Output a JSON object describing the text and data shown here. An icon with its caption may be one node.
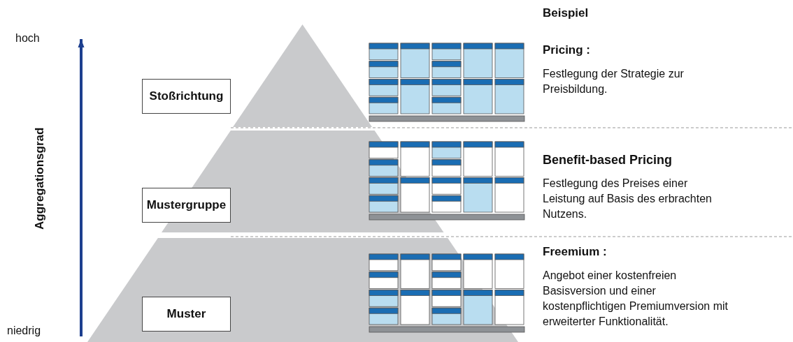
{
  "diagram": {
    "nodes": [
      {
        "text": [],
        "shape": "triangle"
      },
      {
        "text": [
          "Stoßrichtung"
        ]
      },
      {
        "text": [],
        "shape": "trapezoid"
      },
      {
        "text": [
          "Mustergruppe"
        ]
      },
      {
        "text": [],
        "shape": "trapezoid"
      },
      {
        "text": [
          "Muster"
        ],
        "in": 4
      }
    ],
    "labels": [
      "Beispiel",
      "hoch",
      "Pricing :",
      "Festlegung der Strategie zur Preisbildung.",
      "Benefit-based Pricing",
      "Festlegung des Preises einer Leistung auf Basis des erbrachten Nutzens.",
      "Aggregationsgrad",
      "Freemium :",
      "Angebot einer kostenfreien Basisversion und einer kostenpflichtigen Premiumversion mit erweiterter Funktionalität.",
      "niedrig"
    ]
  }
}
